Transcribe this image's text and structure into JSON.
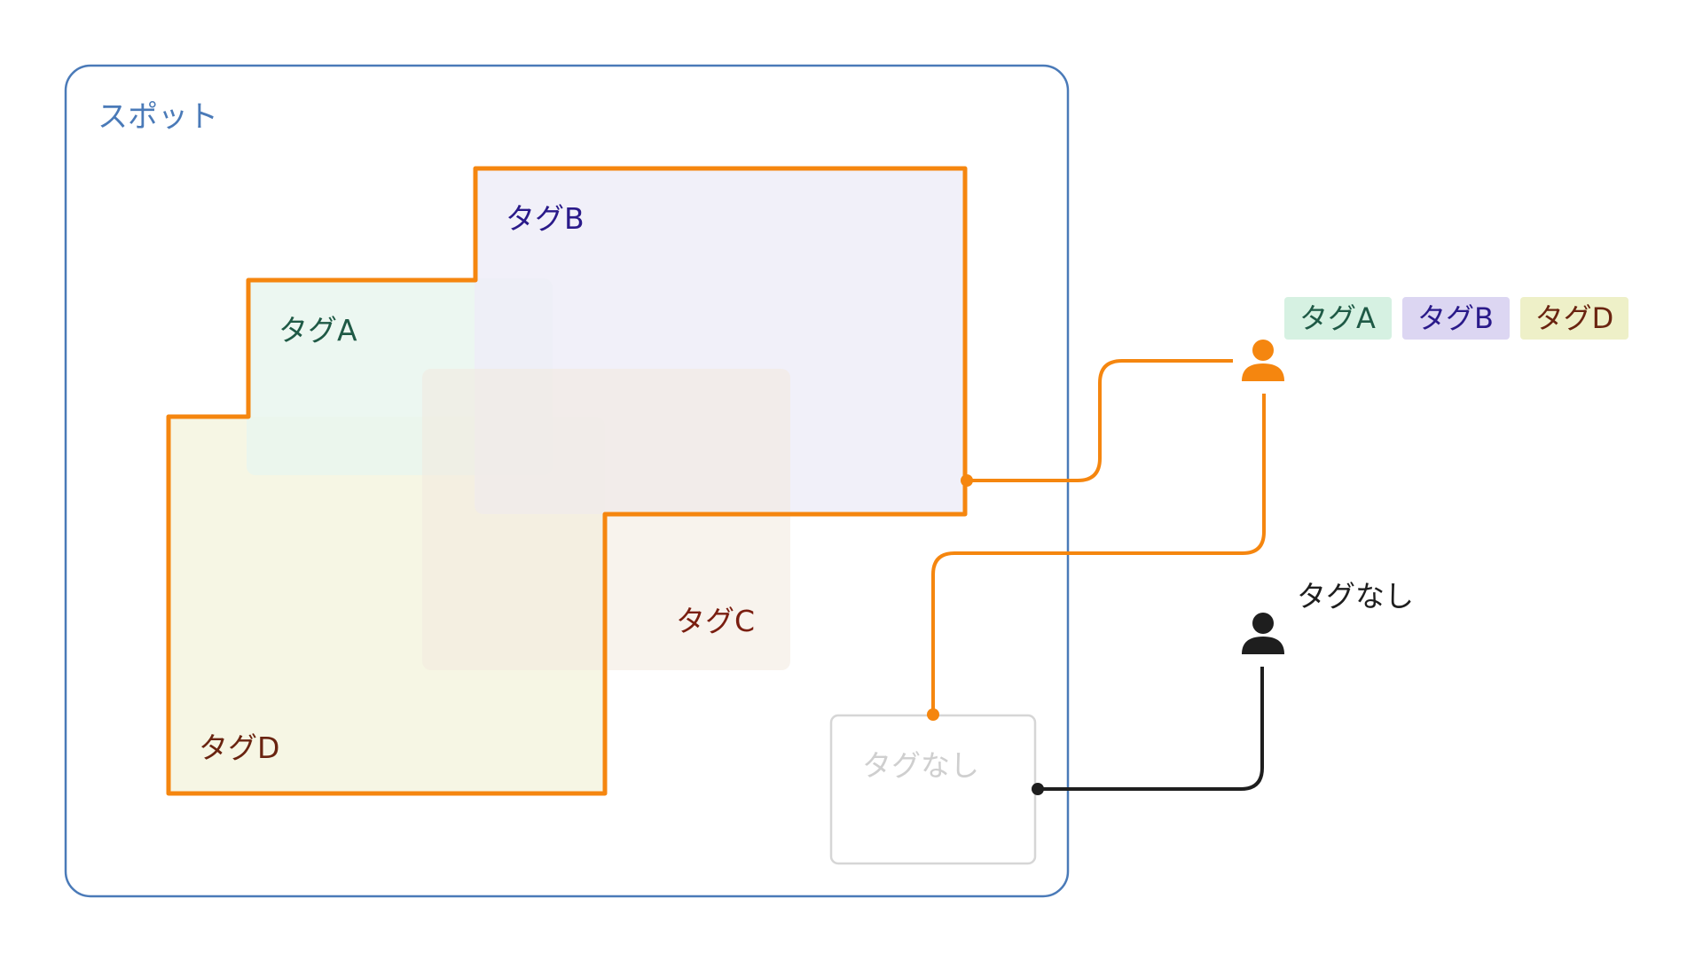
{
  "diagram": {
    "spot": {
      "label": "スポット",
      "color": "#4a7ab8"
    },
    "highlight_color": "#f5860f",
    "tags": {
      "a": {
        "label": "タグA",
        "fill": "#e9f6ee",
        "text_color": "#1f5a46"
      },
      "b": {
        "label": "タグB",
        "fill": "#efedf8",
        "text_color": "#2a1a8a"
      },
      "c": {
        "label": "タグC",
        "fill": "#f6eee6",
        "text_color": "#7a1e10"
      },
      "d": {
        "label": "タグD",
        "fill": "#f6f6e4",
        "text_color": "#6a2410"
      }
    },
    "untagged_box": {
      "label": "タグなし",
      "text_color": "#cfcfcf",
      "border": "#d6d6d6"
    },
    "users": {
      "tagged": {
        "icon": "user-icon",
        "color": "#f5860f",
        "chips": [
          {
            "label": "タグA",
            "bg": "#d6f1e2",
            "fg": "#1f5a46"
          },
          {
            "label": "タグB",
            "bg": "#dcd6f2",
            "fg": "#2a1a8a"
          },
          {
            "label": "タグD",
            "bg": "#eef0c8",
            "fg": "#6a2410"
          }
        ]
      },
      "untagged": {
        "icon": "user-icon",
        "color": "#1e1e1e",
        "label": "タグなし"
      }
    }
  }
}
